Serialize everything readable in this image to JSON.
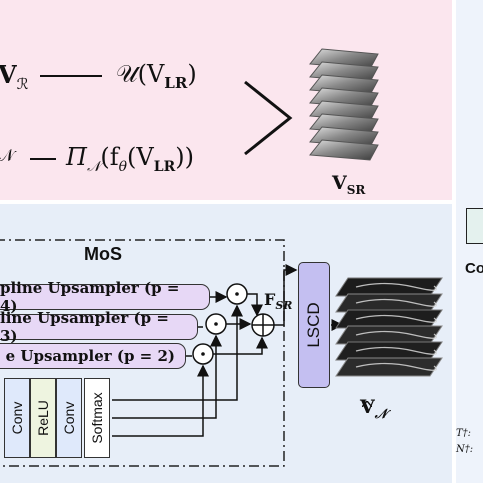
{
  "top": {
    "eq1_lhs": "V",
    "eq1_lhs_sub": "ℛ",
    "eq1_dash": "—",
    "eq1_rhs": "𝒰(V",
    "eq1_rhs_sub": "LR",
    "eq1_rhs_close": ")",
    "eq2_lhs_sub": "𝒩",
    "eq2_dash": "—",
    "eq2_rhs": "Π",
    "eq2_rhs_sub": "𝒩",
    "eq2_rhs_rest": "(f",
    "eq2_theta": "θ",
    "eq2_rhs_tail": "(V",
    "eq2_lr": "LR",
    "eq2_close": "))",
    "output_label": "V",
    "output_sub": "SR"
  },
  "mos": {
    "title": "MoS",
    "upsamplers": [
      {
        "label": "pline Upsampler (p = 4)"
      },
      {
        "label": "line Upsampler (p = 3)"
      },
      {
        "label": "e Upsampler (p = 2)"
      }
    ],
    "gating_layers": [
      "Conv",
      "ReLU",
      "Conv",
      "Softmax"
    ],
    "feature_label": "F",
    "feature_sub": "SR",
    "lscd_label": "LSCD",
    "output_label": "V",
    "output_sub": "𝒩"
  },
  "right": {
    "partial_label": "Co",
    "footnote_t": "T†: ",
    "footnote_n": "N†: "
  },
  "colors": {
    "top_panel": "#fbe6ee",
    "bottom_panel": "#e7eef8",
    "upsampler_fill": "#e7d8f6",
    "lscd_fill": "#c4bff1",
    "gating_fill_1": "#dfe9fb",
    "gating_fill_2": "#eef4e0"
  }
}
